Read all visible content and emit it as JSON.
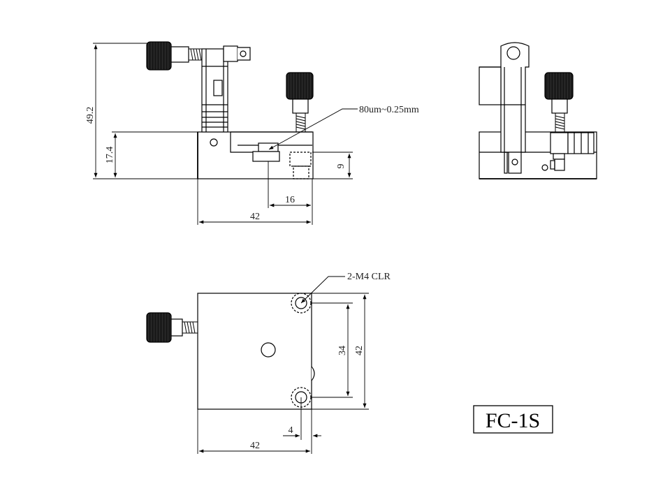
{
  "drawing": {
    "model": "FC-1S",
    "front_view": {
      "dim_total_height": "49.2",
      "dim_base_height": "17.4",
      "dim_right_height": "9",
      "dim_offset": "16",
      "dim_width": "42",
      "callout": "80um~0.25mm"
    },
    "top_view": {
      "callout": "2-M4 CLR",
      "dim_hole_spacing": "34",
      "dim_side": "42",
      "dim_hole_offset": "4",
      "dim_width": "42"
    }
  },
  "colors": {
    "line": "#000000",
    "knob": "#1a1a1a",
    "fill": "#ffffff"
  }
}
